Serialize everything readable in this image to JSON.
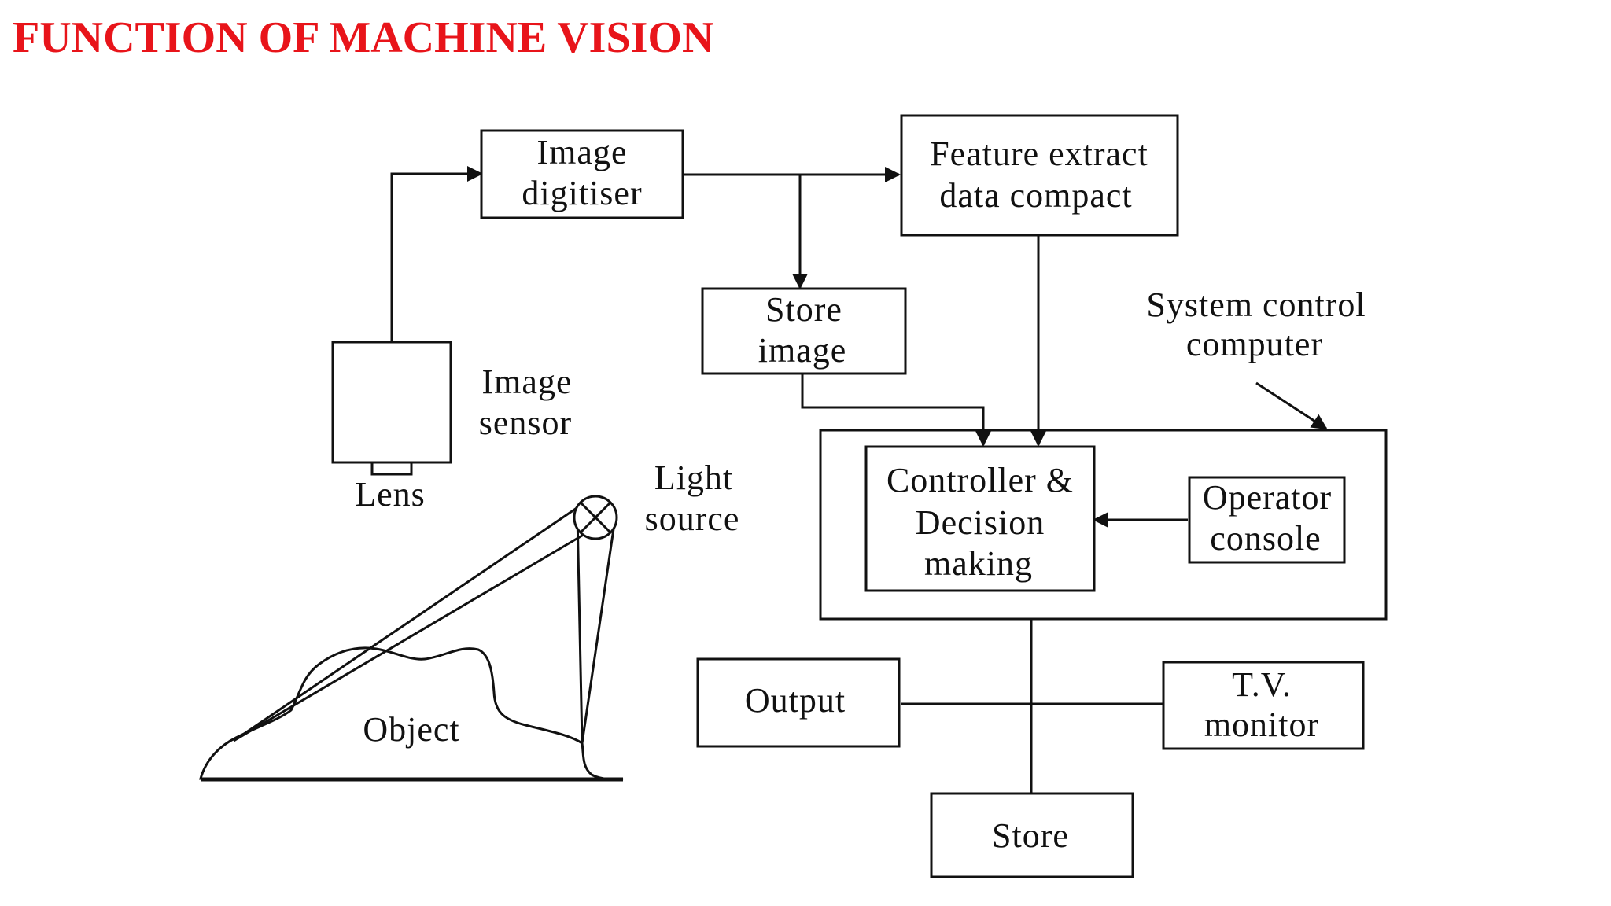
{
  "slide": {
    "title": "FUNCTION OF MACHINE VISION",
    "title_color": "#e8141a"
  },
  "diagram": {
    "image_digitiser": [
      "Image",
      "digitiser"
    ],
    "feature_extract": [
      "Feature extract",
      "data compact"
    ],
    "store_image": [
      "Store",
      "image"
    ],
    "system_control": [
      "System control",
      "computer"
    ],
    "image_sensor": [
      "Image",
      "sensor"
    ],
    "lens": "Lens",
    "light_source": [
      "Light",
      "source"
    ],
    "controller": [
      "Controller &",
      "Decision",
      "making"
    ],
    "operator_console": [
      "Operator",
      "console"
    ],
    "object": "Object",
    "output": "Output",
    "tv_monitor": [
      "T.V.",
      "monitor"
    ],
    "store": "Store"
  }
}
